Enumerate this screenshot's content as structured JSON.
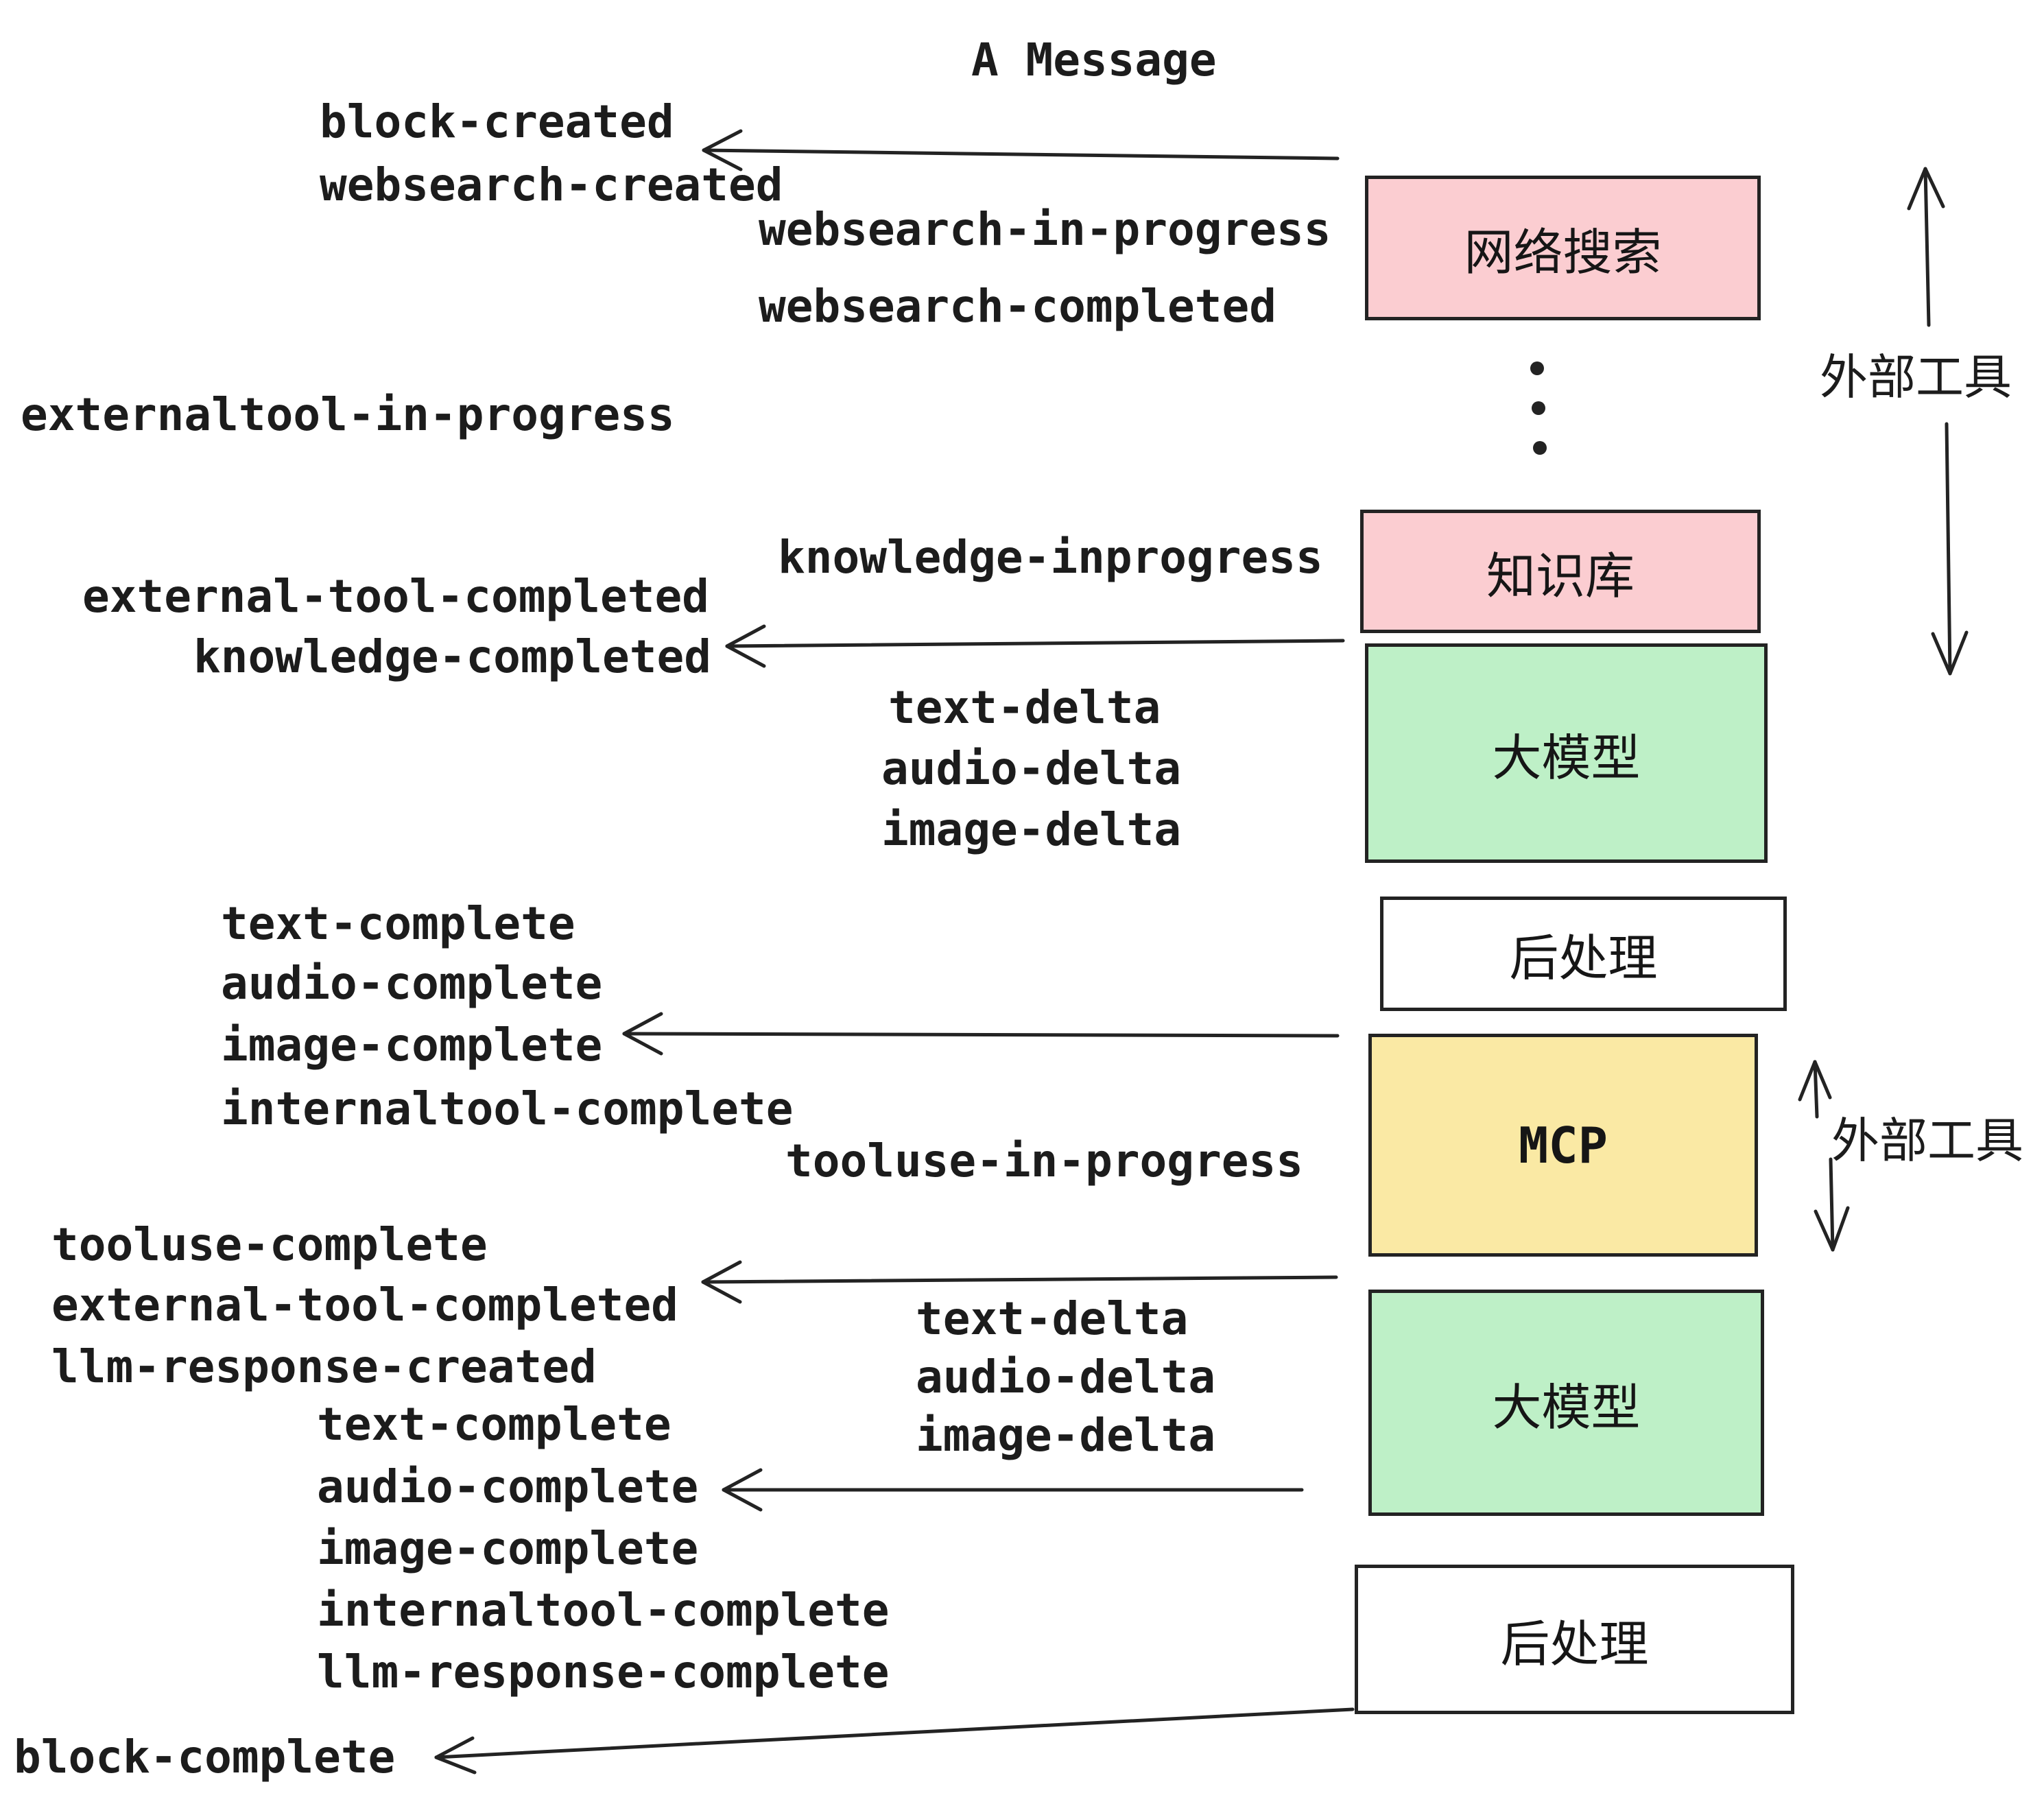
{
  "title": "A Message",
  "events": {
    "block_created": "block-created",
    "websearch_created": "websearch-created",
    "websearch_in_progress": "websearch-in-progress",
    "websearch_completed": "websearch-completed",
    "externaltool_in_progress": "externaltool-in-progress",
    "knowledge_inprogress": "knowledge-inprogress",
    "external_tool_completed": "external-tool-completed",
    "knowledge_completed": "knowledge-completed",
    "text_delta": "text-delta",
    "audio_delta": "audio-delta",
    "image_delta": "image-delta",
    "text_complete": "text-complete",
    "audio_complete": "audio-complete",
    "image_complete": "image-complete",
    "internaltool_complete": "internaltool-complete",
    "tooluse_in_progress": "tooluse-in-progress",
    "tooluse_complete": "tooluse-complete",
    "external_tool_completed_2": "external-tool-completed",
    "llm_response_created": "llm-response-created",
    "text_complete_2": "text-complete",
    "audio_complete_2": "audio-complete",
    "image_complete_2": "image-complete",
    "internaltool_complete_2": "internaltool-complete",
    "llm_response_complete": "llm-response-complete",
    "block_complete": "block-complete"
  },
  "boxes": {
    "websearch": "网络搜索",
    "knowledge": "知识库",
    "llm1": "大模型",
    "postprocess1": "后处理",
    "mcp": "MCP",
    "llm2": "大模型",
    "postprocess2": "后处理"
  },
  "annotations": {
    "external_tools_1": "外部工具",
    "external_tools_2": "外部工具"
  },
  "colors": {
    "ink": "#232323",
    "pink_box": "#fbcdd1",
    "green_box": "#bef0c7",
    "yellow_box": "#fae9a4",
    "white_box": "#ffffff",
    "background": "#ffffff"
  }
}
